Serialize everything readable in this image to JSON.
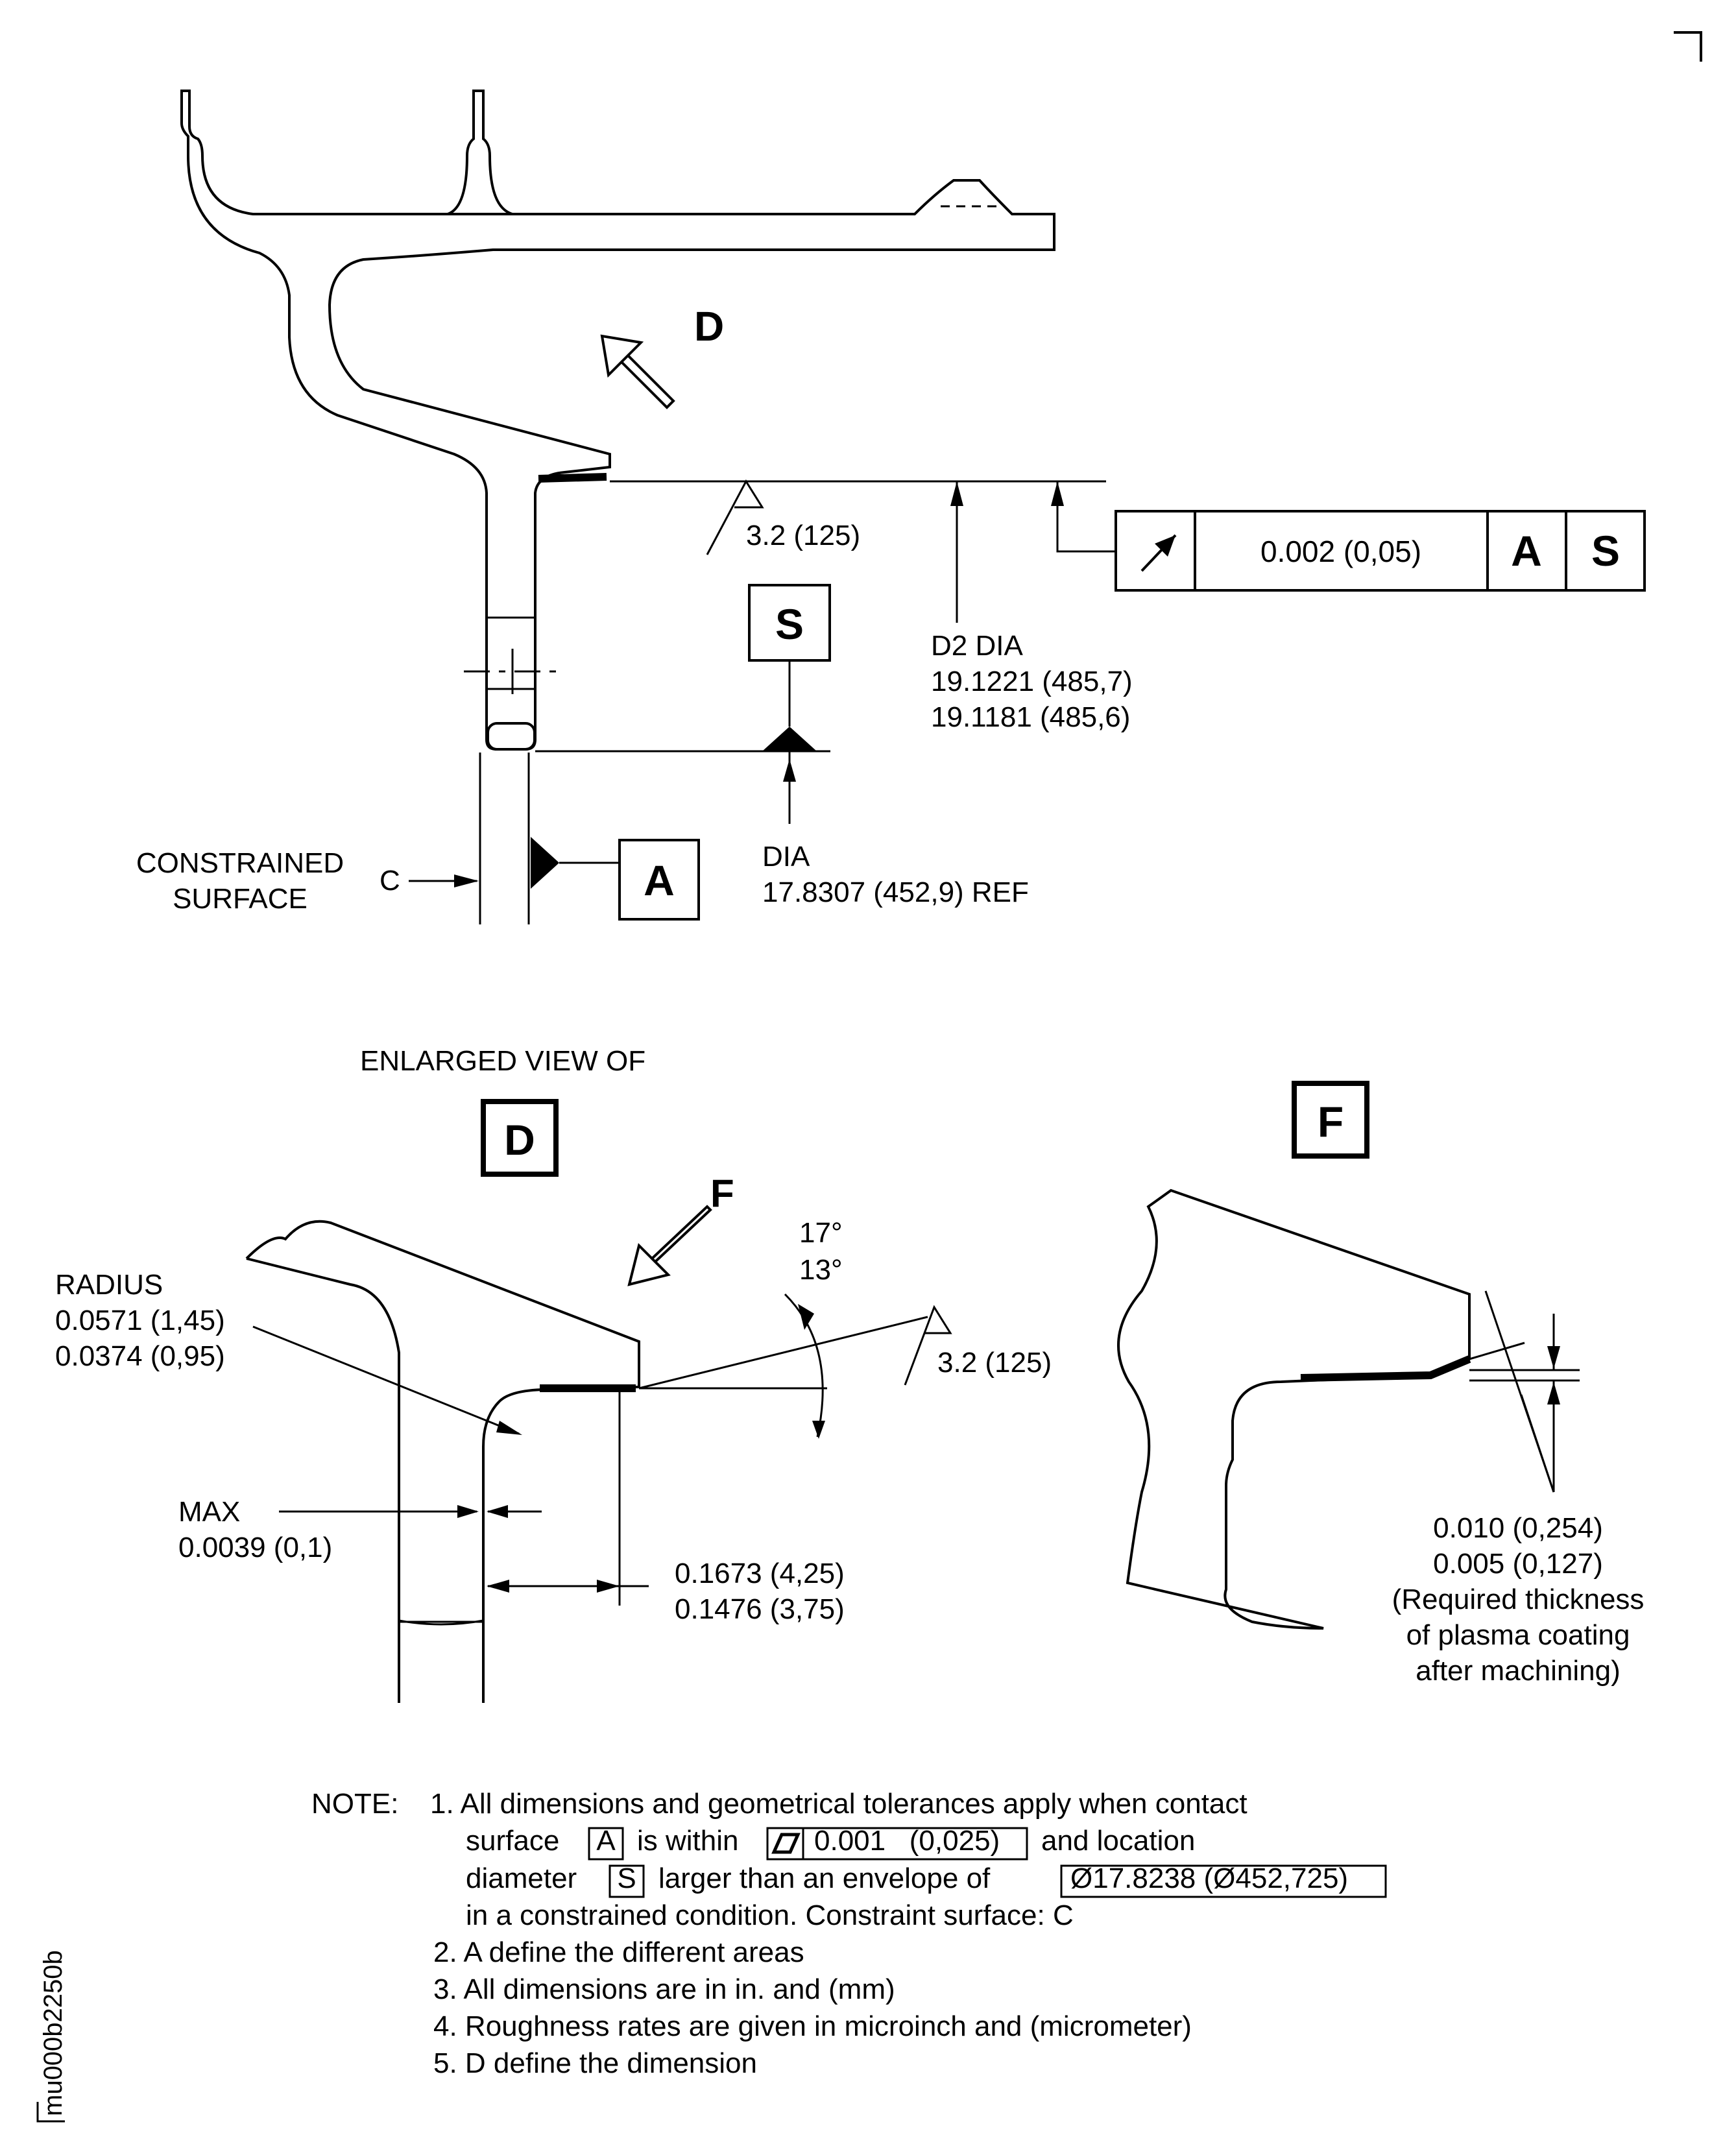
{
  "view_top": {
    "arrow_label": "D",
    "surface_finish": "3.2 (125)",
    "datum_s": "S",
    "datum_a": "A",
    "fcf": {
      "symbol": "circular-runout-icon",
      "tolerance": "0.002 (0,05)",
      "datum1": "A",
      "datum2": "S"
    },
    "d2_dia": {
      "label": "D2 DIA",
      "max": "19.1221 (485,7)",
      "min": "19.1181 (485,6)"
    },
    "dia": {
      "label": "DIA",
      "value": "17.8307 (452,9) REF"
    },
    "constrained": {
      "line1": "CONSTRAINED",
      "line2": "SURFACE",
      "letter": "C"
    }
  },
  "view_d": {
    "heading": "ENLARGED VIEW OF",
    "letter": "D",
    "arrow_label": "F",
    "angle_max": "17°",
    "angle_min": "13°",
    "surface_finish": "3.2 (125)",
    "radius": {
      "label": "RADIUS",
      "max": "0.0571 (1,45)",
      "min": "0.0374 (0,95)"
    },
    "max": {
      "label": "MAX",
      "value": "0.0039 (0,1)"
    },
    "length": {
      "max": "0.1673 (4,25)",
      "min": "0.1476 (3,75)"
    }
  },
  "view_f": {
    "letter": "F",
    "thickness": {
      "max": "0.010 (0,254)",
      "min": "0.005 (0,127)",
      "note1": "(Required thickness",
      "note2": "of plasma coating",
      "note3": "after machining)"
    }
  },
  "notes": {
    "label": "NOTE:",
    "n1_a": "1. All dimensions and geometrical tolerances apply when contact",
    "n1_b_pre": "surface",
    "n1_b_box1": "A",
    "n1_b_mid": "is within",
    "n1_b_box2": "0.001   (0,025)",
    "n1_b_post": "and location",
    "n1_c_pre": "diameter",
    "n1_c_box1": "S",
    "n1_c_mid": "larger than an envelope of",
    "n1_c_box2": "Ø17.8238 (Ø452,725)",
    "n1_d": "in a constrained condition. Constraint surface: C",
    "n2": "2. A define the different areas",
    "n3": "3. All dimensions are in in. and (mm)",
    "n4": "4. Roughness rates are given in microinch and (micrometer)",
    "n5": "5. D define the dimension"
  },
  "figure_id": "mu000b2250b"
}
